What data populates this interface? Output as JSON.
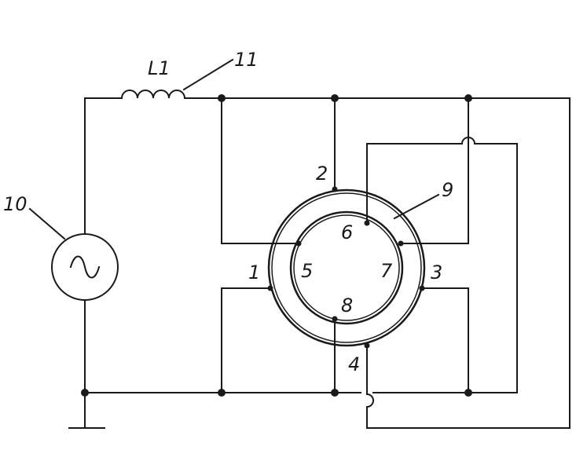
{
  "labels": {
    "inductor": "L1",
    "ref_10": "10",
    "ref_11": "11",
    "ref_9": "9",
    "t1": "1",
    "t2": "2",
    "t3": "3",
    "t4": "4",
    "t5": "5",
    "t6": "6",
    "t7": "7",
    "t8": "8"
  },
  "colors": {
    "ink": "#1a1a1a",
    "background": "#ffffff"
  },
  "symbols": {
    "source": "ac-source-symbol",
    "ground": "ground-symbol"
  }
}
